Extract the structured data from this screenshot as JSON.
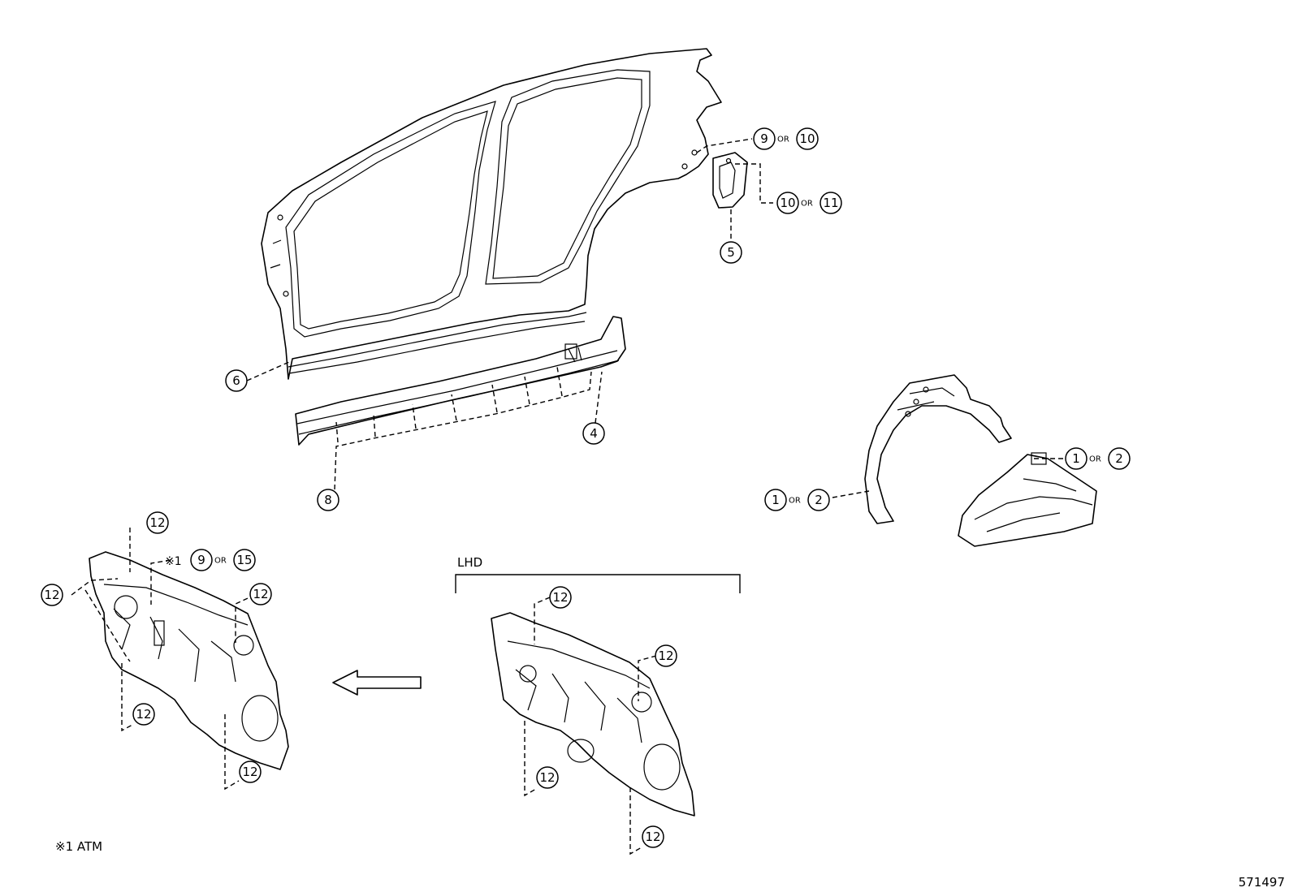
{
  "diagram_id": "571497",
  "or_word": "OR",
  "variant_label": "LHD",
  "note_marker": "※1",
  "footnote": "※1 ATM",
  "callouts": {
    "c1": "1",
    "c2": "2",
    "c4": "4",
    "c5": "5",
    "c6": "6",
    "c8": "8",
    "c9": "9",
    "c10": "10",
    "c11": "11",
    "c12": "12",
    "c15": "15"
  }
}
